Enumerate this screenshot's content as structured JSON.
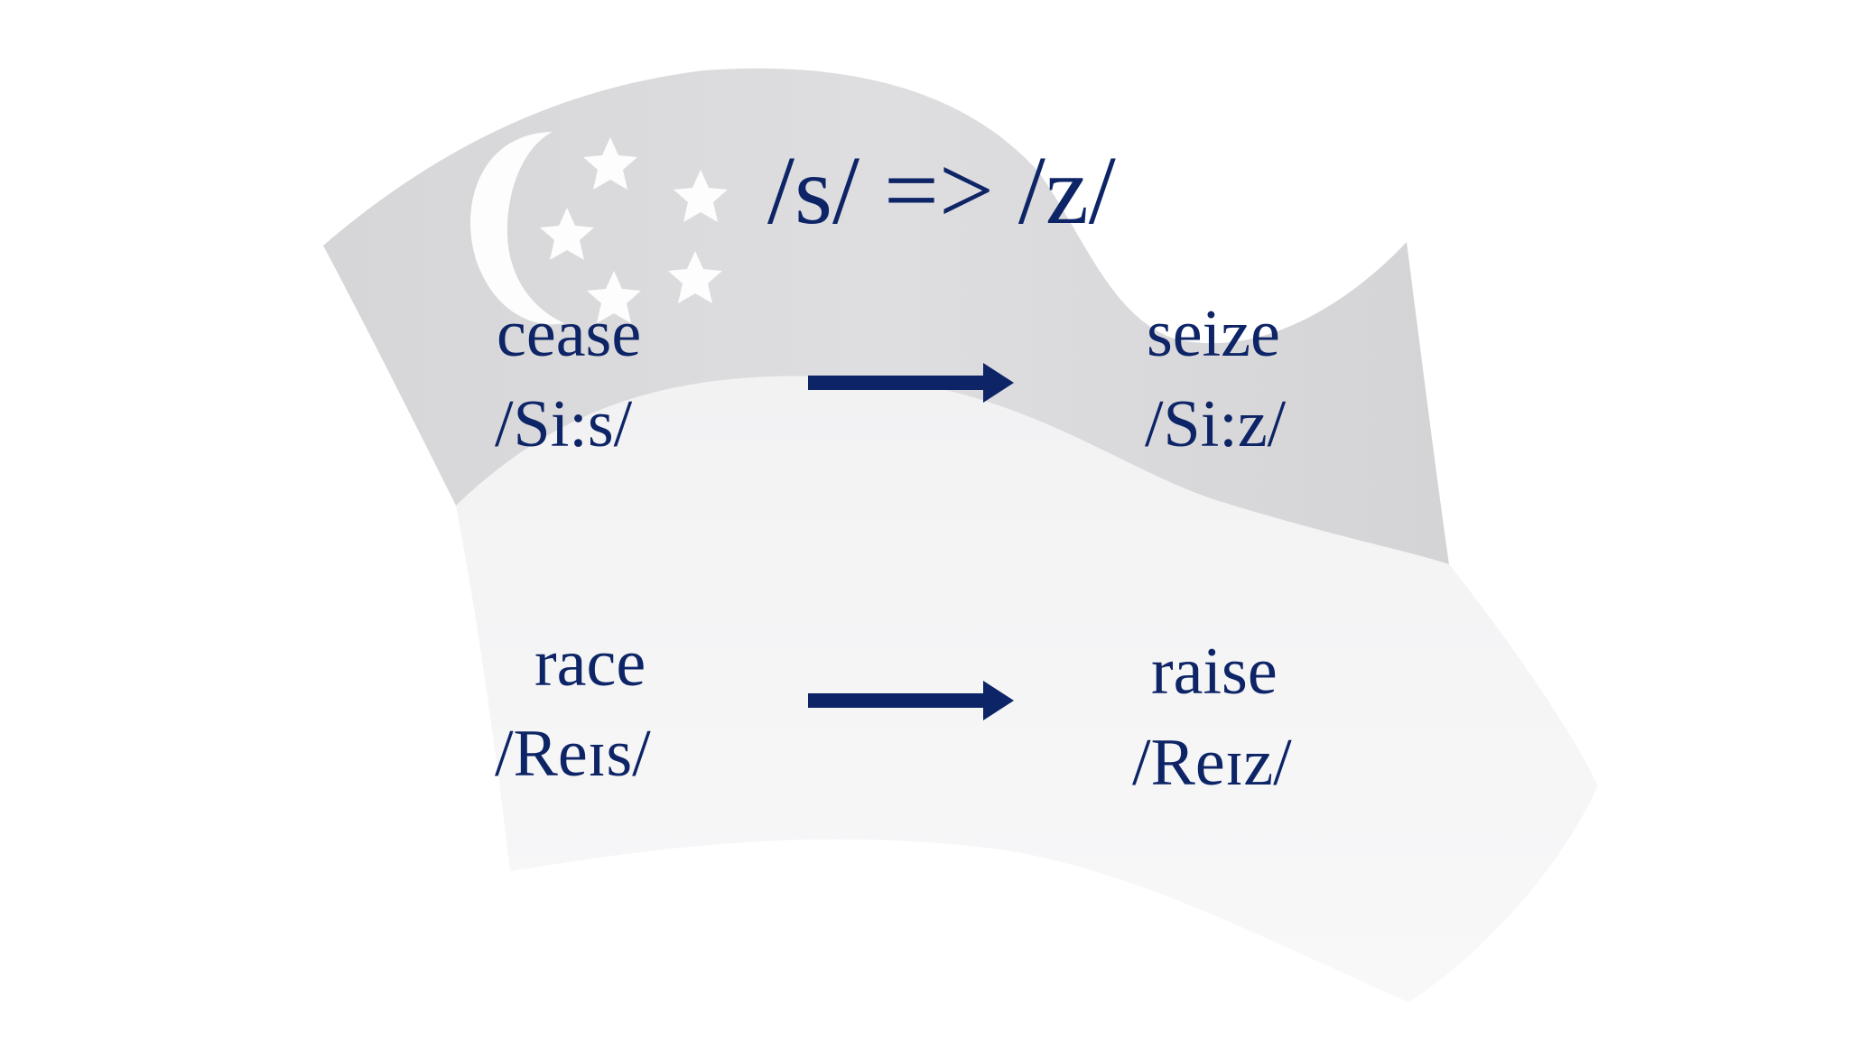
{
  "slide": {
    "title": "/s/ => /z/",
    "pairs": [
      {
        "from_word": "cease",
        "from_ipa": "/Si:s/",
        "to_word": "seize",
        "to_ipa": "/Si:z/"
      },
      {
        "from_word": "race",
        "from_ipa": "/Reɪs/",
        "to_word": "raise",
        "to_ipa": "/Reɪz/"
      }
    ]
  },
  "colors": {
    "text": "#0d2466",
    "arrow": "#0d2466",
    "flag_upper": "#d9d9db",
    "flag_lower": "#f4f4f5"
  },
  "icons": {
    "background": "singapore-flag-watermark",
    "arrow": "right-arrow-icon"
  }
}
